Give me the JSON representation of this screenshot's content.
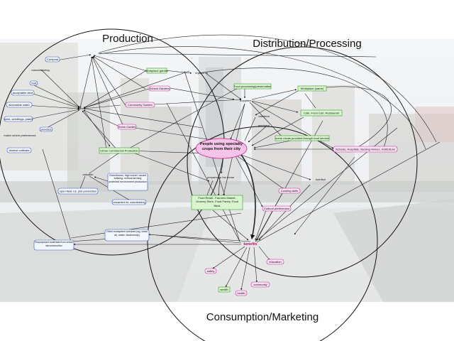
{
  "circles": {
    "production": "Production",
    "distribution": "Distribution/Processing",
    "consumption": "Consumption/Marketing"
  },
  "nodes": {
    "compost": "Compost",
    "manufacturing": "manufacturing",
    "soil": "Soil",
    "water": "water",
    "acceptable_land": "acceptable land",
    "accessible_water": "accessible water",
    "seed_seedlings": "seed, seedlings, plants",
    "growing_season": "provides",
    "match_where": "match where preferences",
    "diverse_cultivars": "diverse cultivars",
    "workplace_garden": "Workplace garden",
    "school_gardens": "School Gardens",
    "community_garden": "Community Garden",
    "home_garden": "Home Garden",
    "urban_commercial": "Urban Commercial Production",
    "greenhouse": "Greenhouse, high tunnel, vacant building, vertical farming protected environment production",
    "open_field": "open field, lot, plot production",
    "valuable": "valuable",
    "rewarded": "rewarded for volunteering",
    "ecosystem": "Other ecosystem services (eg, clean air, water, biodiversity)",
    "repurposed": "Repurposed materials from urban deconstruction",
    "imports_to": "imports to",
    "food_processing": "Food processing/preservation",
    "suppliers": "Suppliers",
    "cafeteria": "cafeteria",
    "purchase": "purchase",
    "workplace_same": "Workplace (same)",
    "cafe": "Cafe, Food Cart, Restaurant",
    "some_meals": "some meals provided through food service",
    "schools": "Schools, Hospitals, Nursing Homes, Institutions",
    "people": "People using specialty crops from their city",
    "prepared": "prepared in the home",
    "food_retail": "Food Retail - Farmers Market, Grocery Store, Food Pantry, Food Bank",
    "cooking_skills": "Cooking skills",
    "cultural": "Cultural preferences",
    "nutrition": "nutrition",
    "benefits": "benefits",
    "safety": "safety",
    "health": "health",
    "wealth": "wealth",
    "community": "community",
    "education": "education"
  }
}
